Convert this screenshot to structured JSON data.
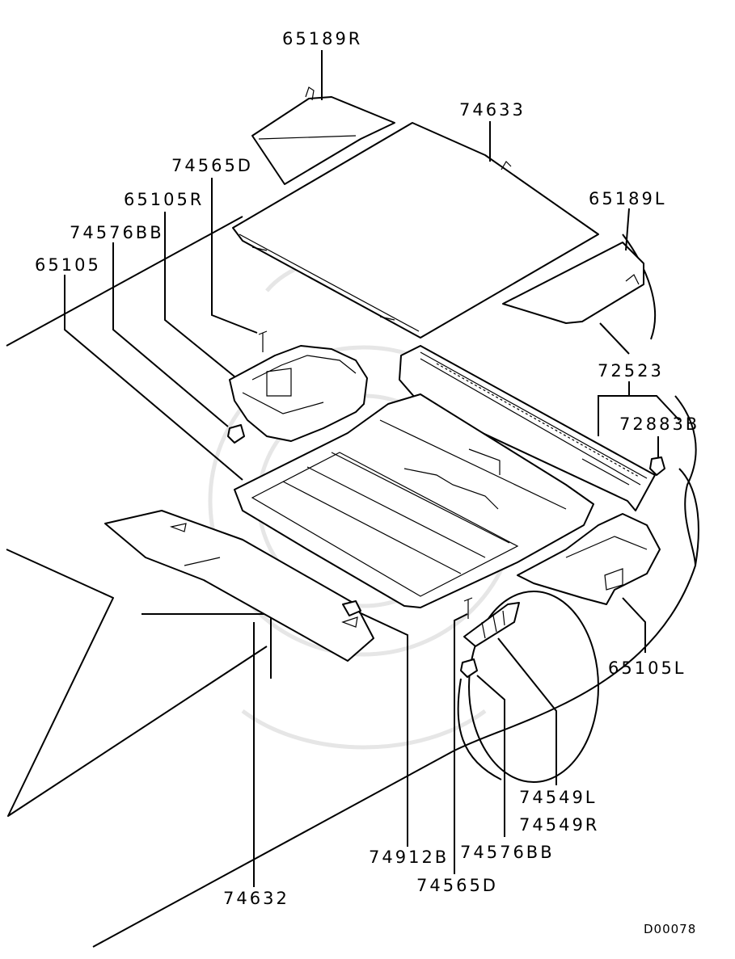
{
  "labels": {
    "p65189R": "65189R",
    "p74633": "74633",
    "p74565D_top": "74565D",
    "p65189L": "65189L",
    "p65105R": "65105R",
    "p74576BB_left": "74576BB",
    "p65105": "65105",
    "p72523": "72523",
    "p72883B": "72883B",
    "p65105L": "65105L",
    "p74549L": "74549L",
    "p74549R": "74549R",
    "p74576BB_bottom": "74576BB",
    "p74912B": "74912B",
    "p74565D_bottom": "74565D",
    "p74632": "74632"
  },
  "diagram_code": "D00078"
}
